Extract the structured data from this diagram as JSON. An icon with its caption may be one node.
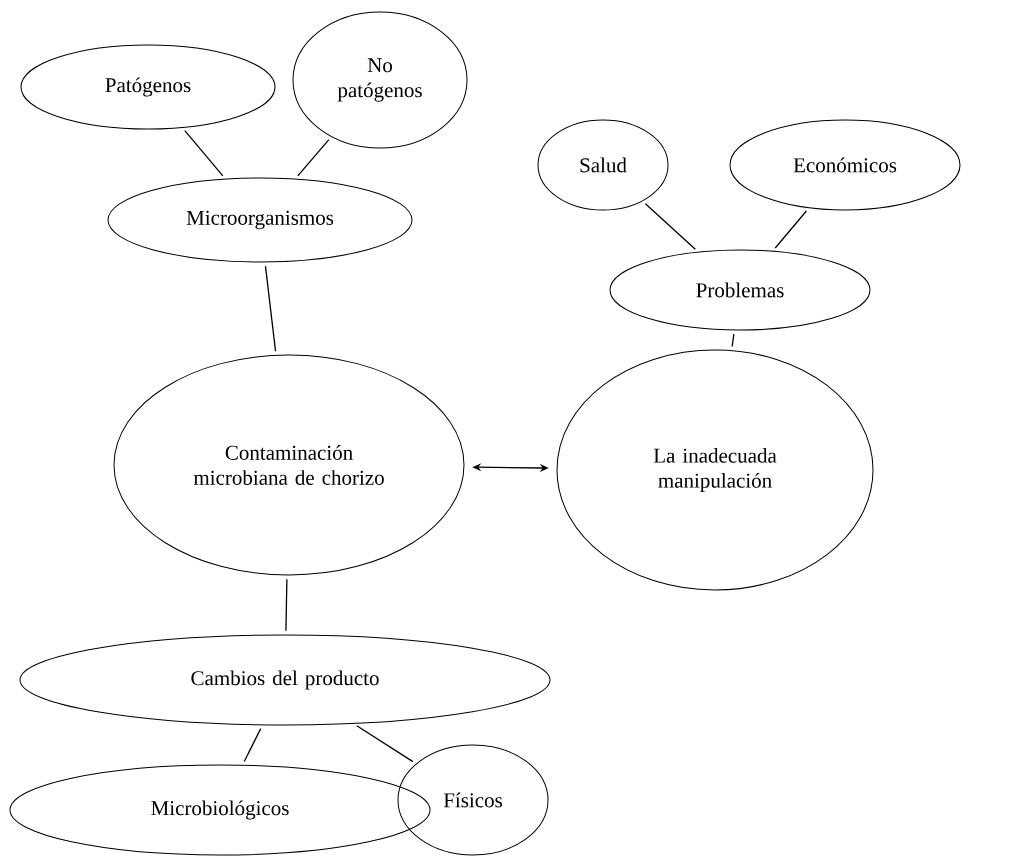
{
  "diagram": {
    "nodes": [
      {
        "text": [
          "Patógenos"
        ]
      },
      {
        "text": [
          "No patógenos"
        ]
      },
      {
        "text": [
          "Microorganismos"
        ]
      },
      {
        "text": [
          "Salud"
        ]
      },
      {
        "text": [
          "Económicos"
        ]
      },
      {
        "text": [
          "Problemas"
        ]
      },
      {
        "text": [
          "Contaminación microbiana de chorizo"
        ]
      },
      {
        "text": [
          "La inadecuada manipulación"
        ]
      },
      {
        "text": [
          "Cambios del producto"
        ]
      },
      {
        "text": [
          "Microbiológicos"
        ]
      },
      {
        "text": [
          "Físicos"
        ]
      }
    ],
    "edges": [
      {
        "from": 0,
        "to": 2,
        "arrow": "none"
      },
      {
        "from": 1,
        "to": 2,
        "arrow": "none"
      },
      {
        "from": 3,
        "to": 5,
        "arrow": "none"
      },
      {
        "from": 4,
        "to": 5,
        "arrow": "none"
      },
      {
        "from": 2,
        "to": 6,
        "arrow": "none"
      },
      {
        "from": 5,
        "to": 7,
        "arrow": "none"
      },
      {
        "from": 6,
        "to": 7,
        "arrow": "both"
      },
      {
        "from": 6,
        "to": 8,
        "arrow": "none"
      },
      {
        "from": 8,
        "to": 9,
        "arrow": "none"
      },
      {
        "from": 8,
        "to": 10,
        "arrow": "none"
      }
    ]
  }
}
